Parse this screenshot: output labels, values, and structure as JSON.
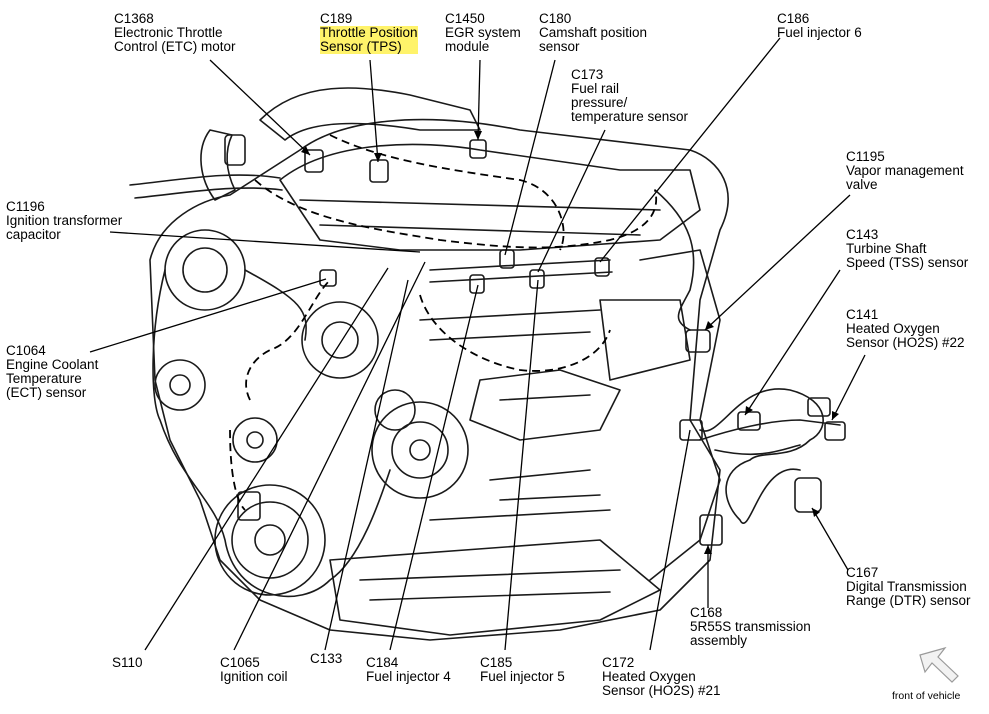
{
  "colors": {
    "highlight": "#fff36a",
    "line": "#000000",
    "engine_stroke": "#1a1a1a"
  },
  "labels": [
    {
      "id": "c1368",
      "code": "C1368",
      "lines": [
        "Electronic Throttle",
        "Control (ETC) motor"
      ],
      "highlighted": false
    },
    {
      "id": "c189",
      "code": "C189",
      "lines": [
        "Throttle Position",
        "Sensor (TPS)"
      ],
      "highlighted": true
    },
    {
      "id": "c1450",
      "code": "C1450",
      "lines": [
        "EGR system",
        "module"
      ],
      "highlighted": false
    },
    {
      "id": "c180",
      "code": "C180",
      "lines": [
        "Camshaft position",
        "sensor"
      ],
      "highlighted": false
    },
    {
      "id": "c173",
      "code": "C173",
      "lines": [
        "Fuel rail",
        "pressure/",
        "temperature sensor"
      ],
      "highlighted": false
    },
    {
      "id": "c186",
      "code": "C186",
      "lines": [
        "Fuel injector 6"
      ],
      "highlighted": false
    },
    {
      "id": "c1195",
      "code": "C1195",
      "lines": [
        "Vapor management",
        "valve"
      ],
      "highlighted": false
    },
    {
      "id": "c1196",
      "code": "C1196",
      "lines": [
        "Ignition transformer",
        "capacitor"
      ],
      "highlighted": false
    },
    {
      "id": "c143",
      "code": "C143",
      "lines": [
        "Turbine Shaft",
        "Speed (TSS) sensor"
      ],
      "highlighted": false
    },
    {
      "id": "c141",
      "code": "C141",
      "lines": [
        "Heated Oxygen",
        "Sensor (HO2S) #22"
      ],
      "highlighted": false
    },
    {
      "id": "c1064",
      "code": "C1064",
      "lines": [
        "Engine Coolant",
        "Temperature",
        "(ECT) sensor"
      ],
      "highlighted": false
    },
    {
      "id": "c167",
      "code": "C167",
      "lines": [
        "Digital Transmission",
        "Range (DTR) sensor"
      ],
      "highlighted": false
    },
    {
      "id": "c168",
      "code": "C168",
      "lines": [
        "5R55S transmission",
        "assembly"
      ],
      "highlighted": false
    },
    {
      "id": "s110",
      "code": "S110",
      "lines": [],
      "highlighted": false
    },
    {
      "id": "c1065",
      "code": "C1065",
      "lines": [
        "Ignition coil"
      ],
      "highlighted": false
    },
    {
      "id": "c133",
      "code": "C133",
      "lines": [],
      "highlighted": false
    },
    {
      "id": "c184",
      "code": "C184",
      "lines": [
        "Fuel injector 4"
      ],
      "highlighted": false
    },
    {
      "id": "c185",
      "code": "C185",
      "lines": [
        "Fuel injector 5"
      ],
      "highlighted": false
    },
    {
      "id": "c172",
      "code": "C172",
      "lines": [
        "Heated Oxygen",
        "Sensor (HO2S) #21"
      ],
      "highlighted": false
    }
  ],
  "orientation": {
    "text": "front of vehicle",
    "icon": "arrow-up-left-icon"
  }
}
